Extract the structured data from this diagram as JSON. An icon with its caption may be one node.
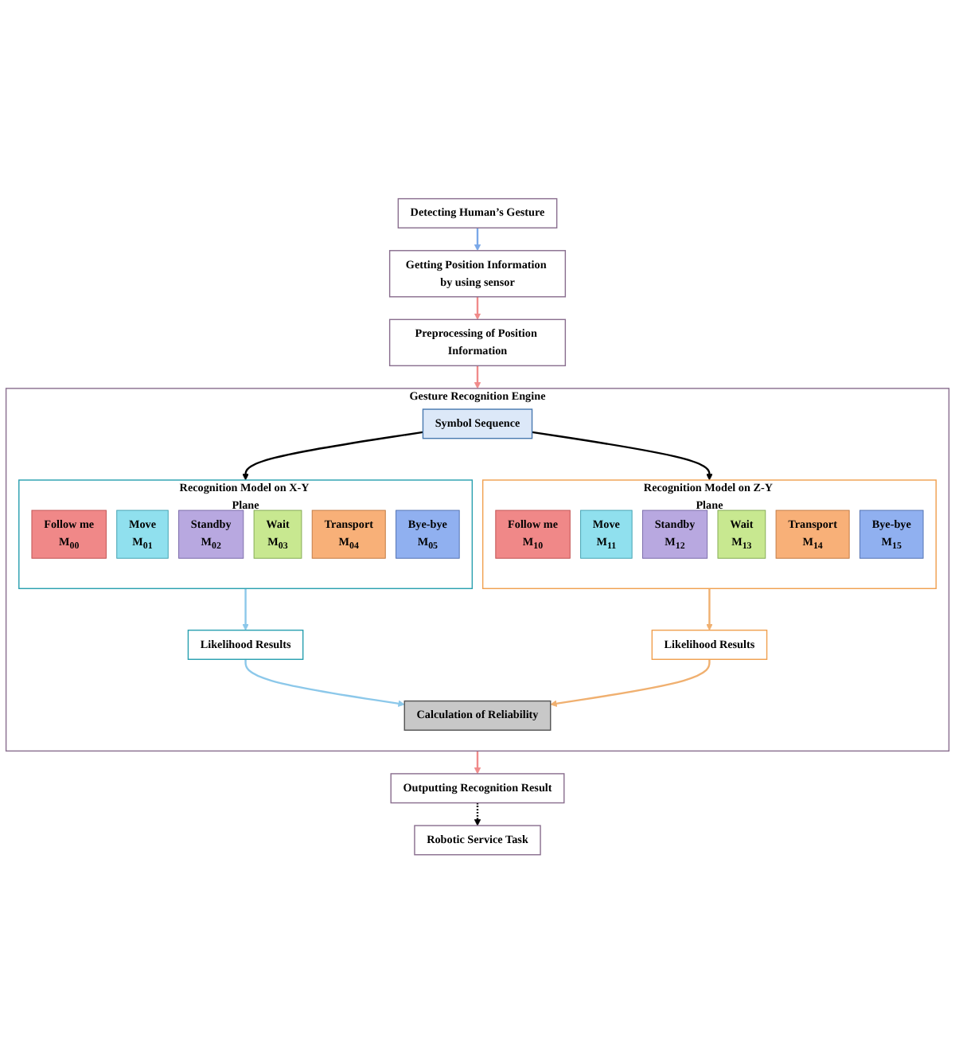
{
  "diagram": {
    "nodes": [
      {
        "text": [
          "Detecting Human’s Gesture"
        ]
      },
      {
        "text": [
          "Getting Position Information by using sensor"
        ]
      },
      {
        "text": [
          "Preprocessing of Position Information"
        ]
      },
      {
        "text": [
          "Gesture Recognition Engine"
        ]
      },
      {
        "text": [
          "Symbol Sequence"
        ],
        "in": 3
      },
      {
        "text": [
          "Recognition Model on X-Y Plane"
        ],
        "in": 3
      },
      {
        "text": [
          "Follow me",
          "M$_{00}$"
        ],
        "in": 5
      },
      {
        "text": [
          "Move",
          "M$_{01}$"
        ],
        "in": 5
      },
      {
        "text": [
          "Standby",
          "M$_{02}$"
        ],
        "in": 5
      },
      {
        "text": [
          "Wait",
          "M$_{03}$"
        ],
        "in": 5
      },
      {
        "text": [
          "Transport",
          "M$_{04}$"
        ],
        "in": 5
      },
      {
        "text": [
          "Bye-bye",
          "M$_{05}$"
        ],
        "in": 5
      },
      {
        "text": [
          "Recognition Model on Z-Y Plane"
        ],
        "in": 3
      },
      {
        "text": [
          "Follow me",
          "M$_{10}$"
        ],
        "in": 12
      },
      {
        "text": [
          "Move",
          "M$_{11}$"
        ],
        "in": 12
      },
      {
        "text": [
          "Standby",
          "M$_{12}$"
        ],
        "in": 12
      },
      {
        "text": [
          "Wait",
          "M$_{13}$"
        ],
        "in": 12
      },
      {
        "text": [
          "Transport",
          "M$_{14}$"
        ],
        "in": 12
      },
      {
        "text": [
          "Bye-bye",
          "M$_{15}$"
        ],
        "in": 12
      },
      {
        "text": [
          "Likelihood Results"
        ],
        "in": 3
      },
      {
        "text": [
          "Calculation of Reliability"
        ],
        "in": 3
      },
      {
        "text": [
          "Likelihood Results"
        ],
        "in": 3
      },
      {
        "text": [
          "Outputting Recognition Result"
        ]
      },
      {
        "text": [
          "Robotic Service Task"
        ]
      }
    ],
    "edges": [
      {
        "from": 0,
        "to": 1,
        "arrow": "to",
        "color": "#7aa8e8"
      },
      {
        "from": 1,
        "to": 2,
        "arrow": "to",
        "color": "#f08a8a"
      },
      {
        "from": 2,
        "to": 3,
        "arrow": "to",
        "color": "#f08a8a"
      },
      {
        "from": 4,
        "to": 5,
        "arrow": "to",
        "color": "#000000"
      },
      {
        "from": 4,
        "to": 12,
        "arrow": "to",
        "color": "#000000"
      },
      {
        "from": 5,
        "to": 19,
        "arrow": "to",
        "color": "#8cc8ea"
      },
      {
        "from": 19,
        "to": 20,
        "arrow": "to",
        "color": "#8cc8ea"
      },
      {
        "from": 12,
        "to": 21,
        "arrow": "to",
        "color": "#f0b070"
      },
      {
        "from": 21,
        "to": 20,
        "arrow": "to",
        "color": "#f0b070"
      },
      {
        "from": 3,
        "to": 22,
        "arrow": "to",
        "color": "#f08a8a"
      },
      {
        "from": 22,
        "to": 23,
        "arrow": "to",
        "style": "dashed",
        "color": "#000000"
      }
    ]
  }
}
